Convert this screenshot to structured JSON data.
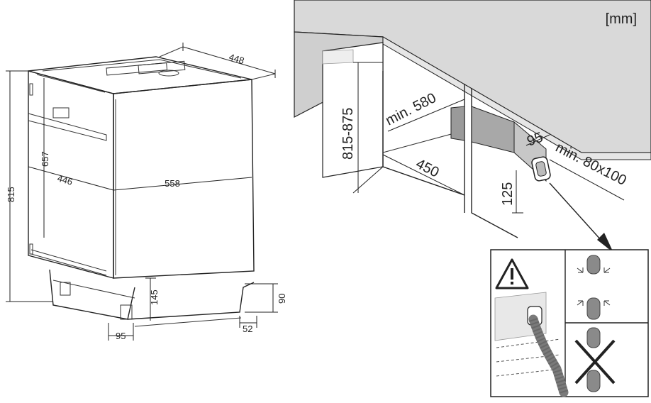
{
  "unit_label": "[mm]",
  "appliance_dims": {
    "depth_top": "448",
    "height_total": "815",
    "height_panel": "657",
    "width": "446",
    "depth": "558",
    "plinth": "145",
    "foot_width": "95",
    "foot_height": "90",
    "foot_depth": "52"
  },
  "niche_dims": {
    "height_range": "815-875",
    "min_depth": "min. 580",
    "width": "450",
    "gap": "95",
    "opening": "min. 80x100",
    "opening_height": "125"
  },
  "colors": {
    "line": "#222222",
    "wall": "#d4d4d4",
    "panel": "#ffffff",
    "duct": "#9a9a9a",
    "hose": "#7a7a7a"
  },
  "icons": {
    "warning": "warning-triangle-icon",
    "allowed": "hose-correct-icon",
    "forbidden": "hose-kinked-forbidden-icon"
  }
}
